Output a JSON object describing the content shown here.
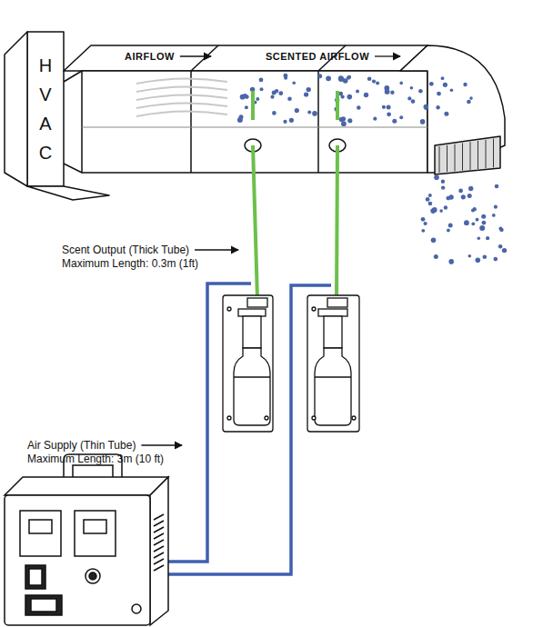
{
  "diagram": {
    "nodes": [
      {
        "text": [
          "HVAC"
        ]
      }
    ],
    "labels": [
      "AIRFLOW",
      "SCENTED AIRFLOW",
      "Scent Output (Thick Tube)",
      "Maximum Length: 0.3m (1ft)",
      "Air Supply (Thin Tube)",
      "Maximum Length: 3m (10 ft)"
    ]
  }
}
